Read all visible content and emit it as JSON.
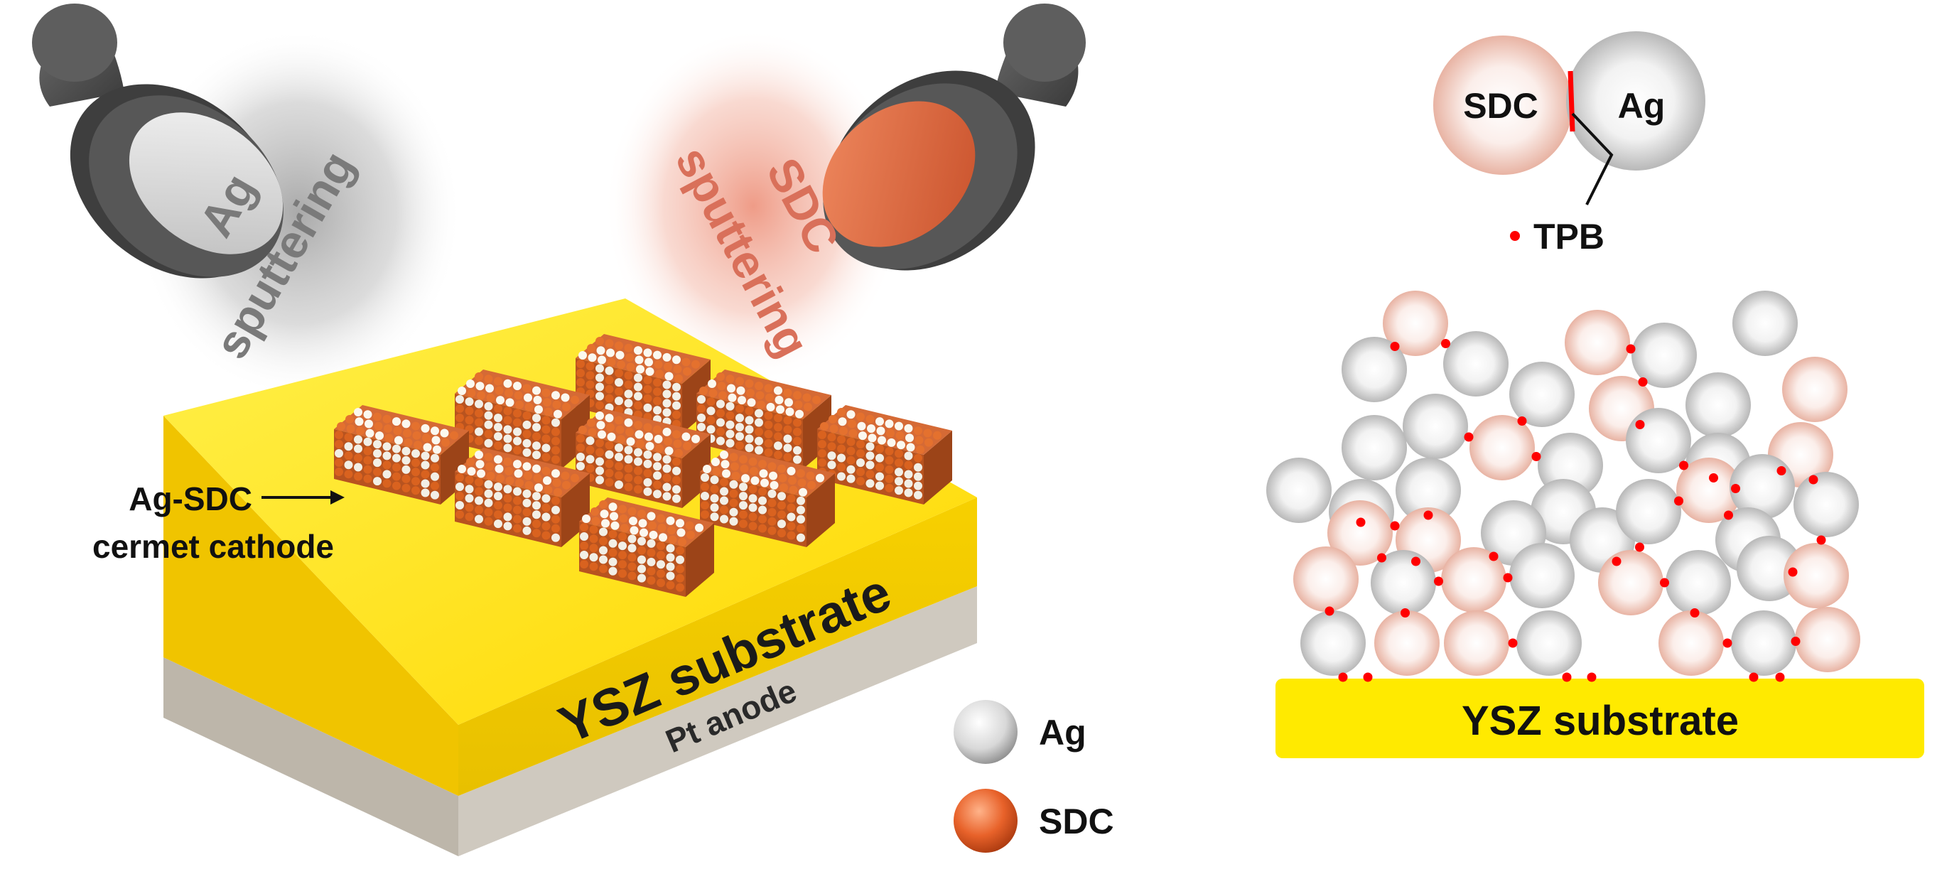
{
  "targets": {
    "ag": {
      "label_line1": "Ag",
      "label_line2": "sputtering"
    },
    "sdc": {
      "label_line1": "SDC",
      "label_line2": "sputtering"
    }
  },
  "device": {
    "cathode_label_line1": "Ag-SDC",
    "cathode_label_line2": "cermet cathode",
    "substrate_label": "YSZ substrate",
    "anode_label": "Pt anode",
    "cathode_islands": 9
  },
  "legend": {
    "items": [
      {
        "label": "Ag",
        "material": "ag"
      },
      {
        "label": "SDC",
        "material": "sdc"
      }
    ]
  },
  "inset": {
    "sdc_label": "SDC",
    "ag_label": "Ag",
    "tpb_label": "TPB"
  },
  "cross_section": {
    "substrate_label": "YSZ substrate"
  },
  "colors": {
    "ag_particle": "#d4d4d4",
    "sdc_particle": "#e06a3c",
    "sdc_particle_light": "#f3c9bc",
    "tpb_dot": "#ff0000",
    "ysz_yellow": "#ffea00",
    "target_body": "#505050",
    "pt_anode": "#cfc9bf"
  }
}
